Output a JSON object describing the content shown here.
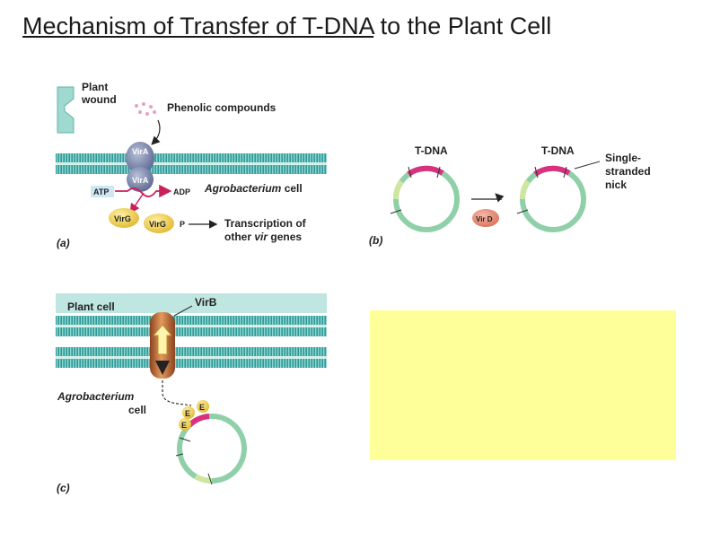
{
  "slide": {
    "title_underlined": "Mechanism of Transfer of T-DNA",
    "title_rest": " to the Plant Cell"
  },
  "panel_a": {
    "label": "(a)",
    "plant_wound_line1": "Plant",
    "plant_wound_line2": "wound",
    "phenolic": "Phenolic compounds",
    "vira_top": "VirA",
    "vira_bottom": "VirA",
    "atp": "ATP",
    "adp": "ADP",
    "cell_italic": "Agrobacterium",
    "cell_rest": " cell",
    "virg1": "VirG",
    "virg2": "VirG",
    "p": "P",
    "transcription_line1": "Transcription of",
    "transcription_line2_pre": "other ",
    "transcription_line2_ital": "vir",
    "transcription_line2_post": " genes"
  },
  "panel_b": {
    "label": "(b)",
    "tdna1": "T-DNA",
    "tdna2": "T-DNA",
    "virD": "Vir D",
    "single_line1": "Single-",
    "single_line2": "stranded",
    "single_line3": "nick"
  },
  "panel_c": {
    "label": "(c)",
    "plant_cell": "Plant cell",
    "virB": "VirB",
    "agro_line1": "Agrobacterium",
    "agro_line2": "cell",
    "e1": "E",
    "e2": "E",
    "e3": "E"
  },
  "colors": {
    "membrane_teal": "#2f9a97",
    "membrane_light": "#bfe6e1",
    "tdna_pink": "#d9307f",
    "plasmid_green": "#8fd0a8",
    "vir_yellow": "#f2d24a",
    "vira_purple": "#7b86a8",
    "virB_orange": "#c0703a",
    "highlight_yellow": "#ffff99"
  }
}
